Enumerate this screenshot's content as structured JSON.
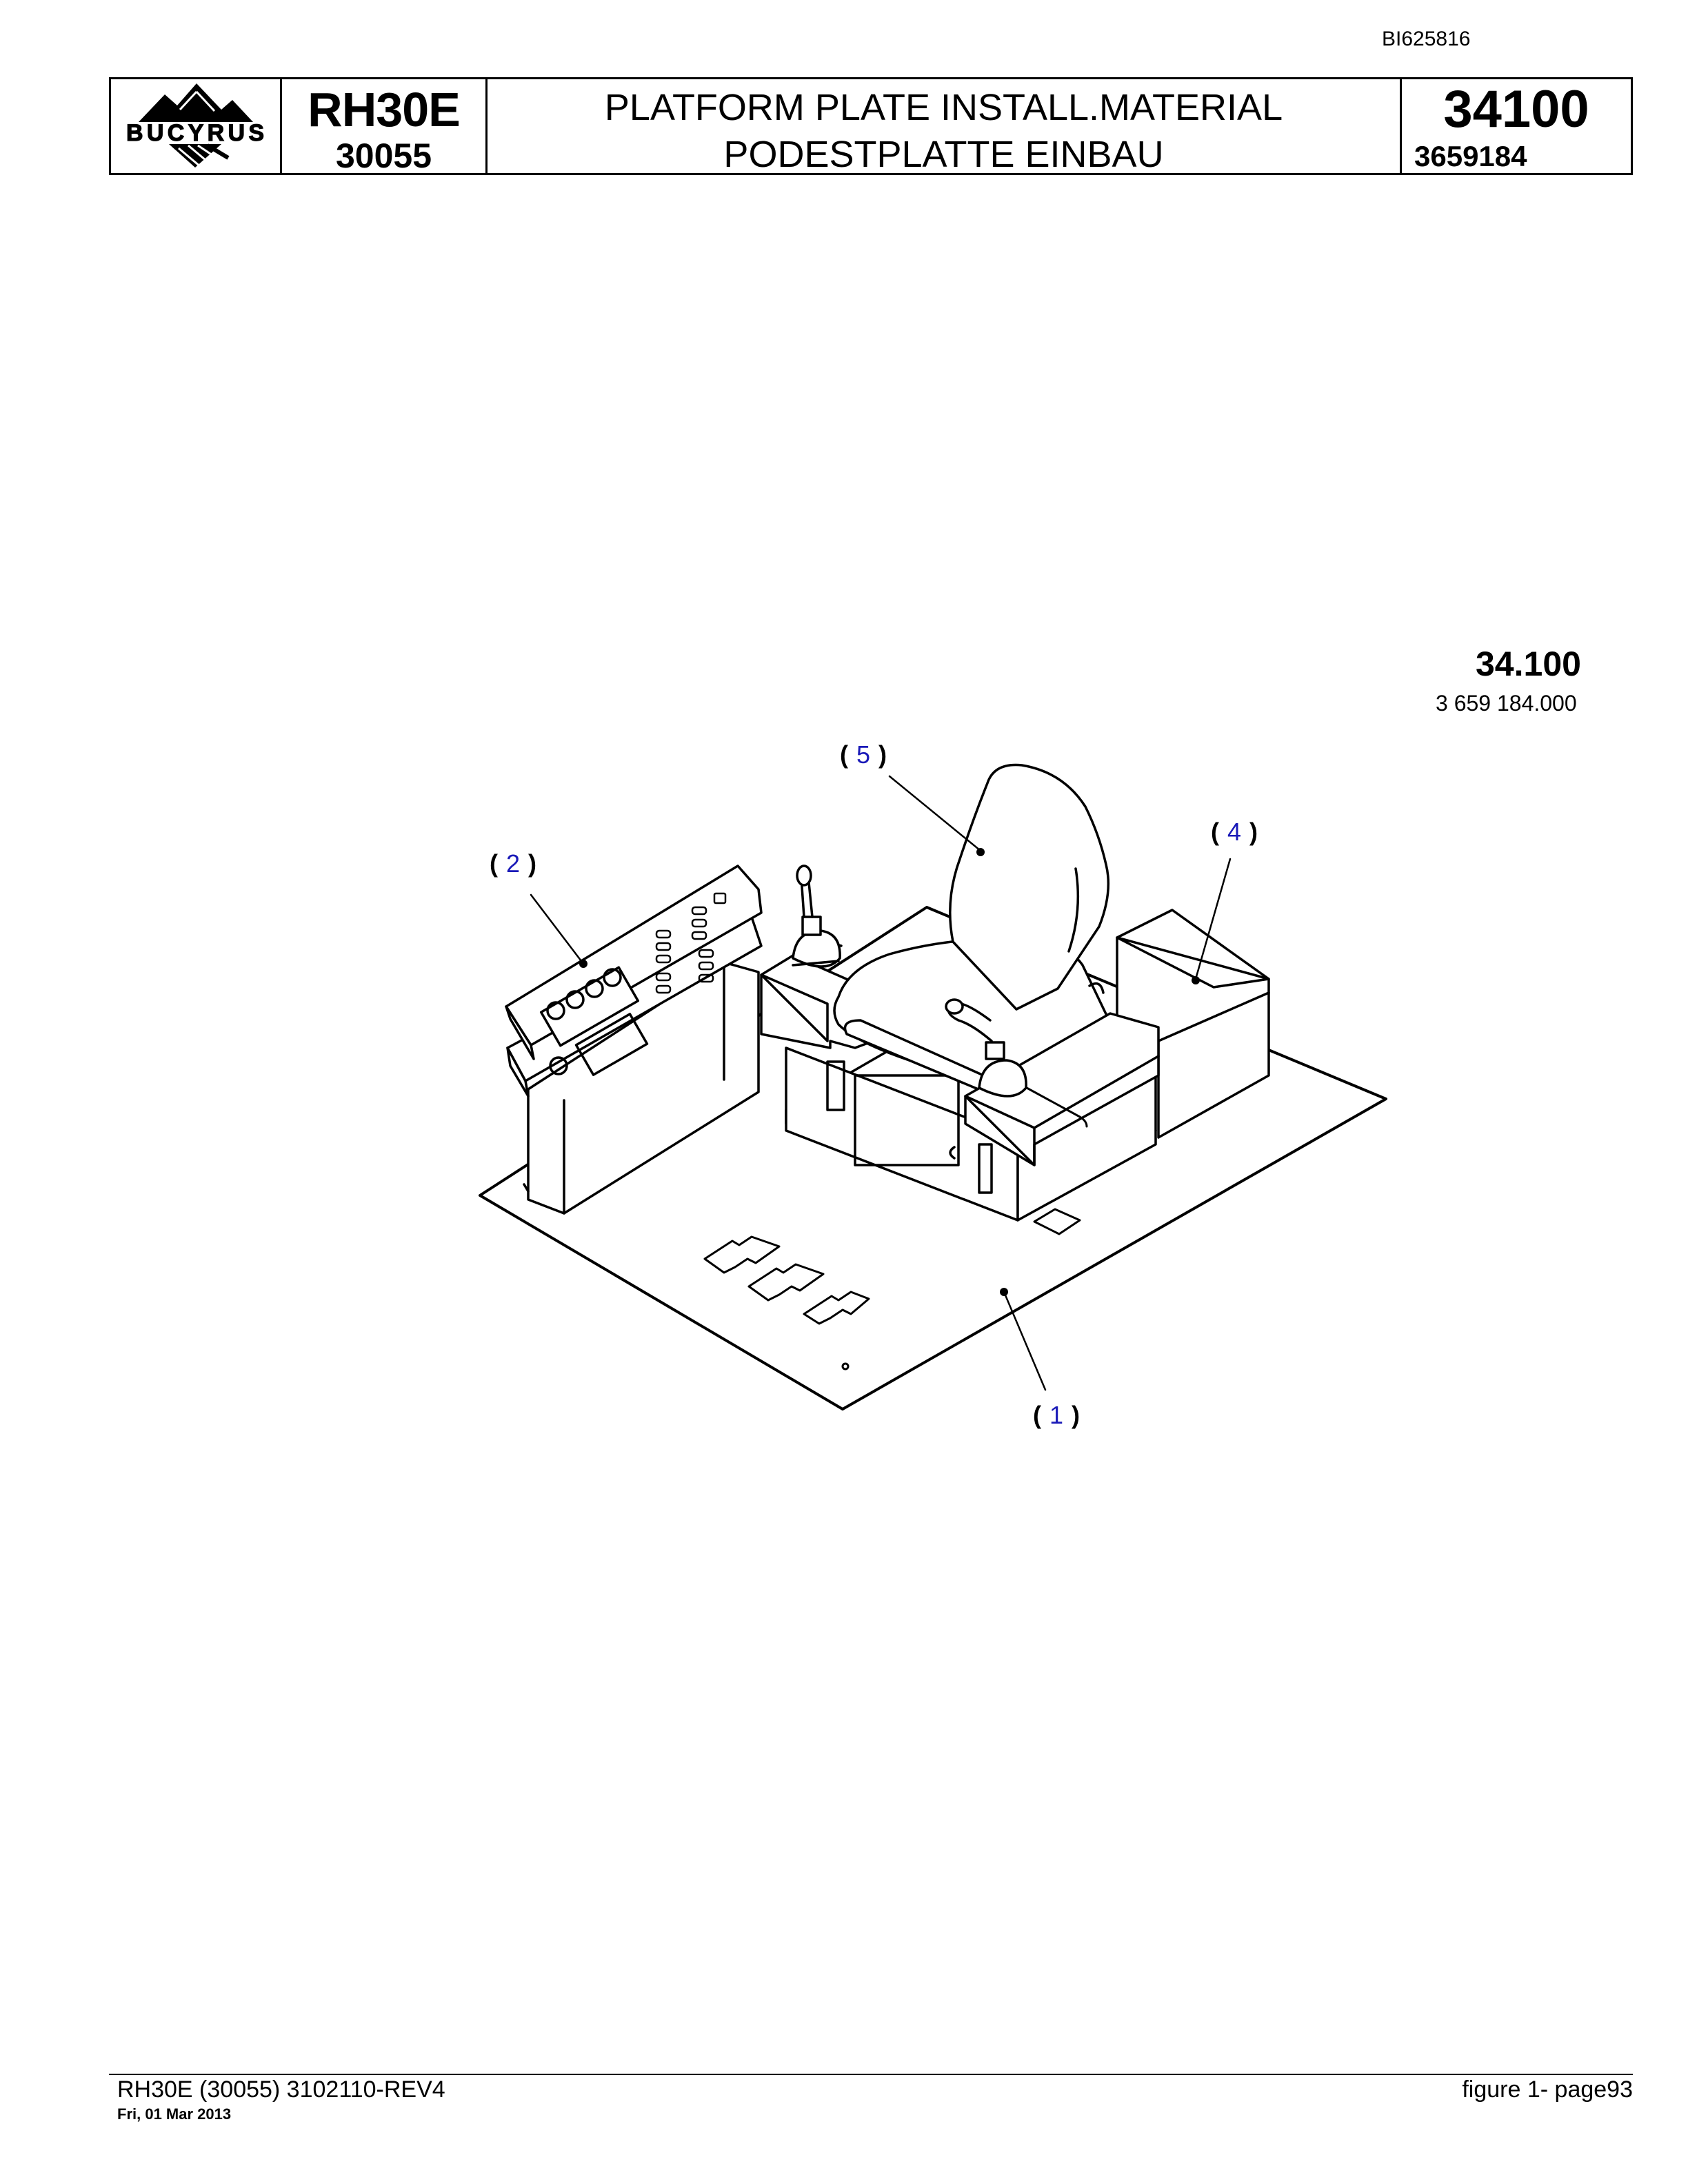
{
  "document_id": "BI625816",
  "header": {
    "logo_text": "BUCYRUS",
    "model": "RH30E",
    "serial": "30055",
    "title_en": "PLATFORM PLATE INSTALL.MATERIAL",
    "title_de": "PODESTPLATTE EINBAU",
    "group_number": "34100",
    "part_number": "3659184"
  },
  "figure": {
    "ref_code": "34.100",
    "ref_number": "3 659 184.000",
    "callouts": [
      {
        "number": "1"
      },
      {
        "number": "2"
      },
      {
        "number": "4"
      },
      {
        "number": "5"
      }
    ]
  },
  "footer": {
    "left": "RH30E (30055) 3102110-REV4",
    "date": "Fri, 01 Mar 2013",
    "right": "figure  1- page93"
  }
}
